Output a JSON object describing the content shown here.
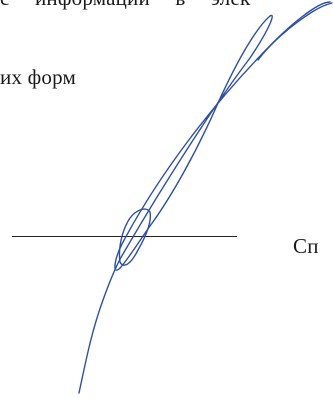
{
  "document": {
    "top_line": {
      "word1": "с",
      "word2": "информации",
      "word3": "в",
      "word4": "элек"
    },
    "forms_line": "их форм",
    "right_fragment": "Сп"
  },
  "colors": {
    "text": "#1a1a1a",
    "signature_ink": "#2f4fa3"
  }
}
